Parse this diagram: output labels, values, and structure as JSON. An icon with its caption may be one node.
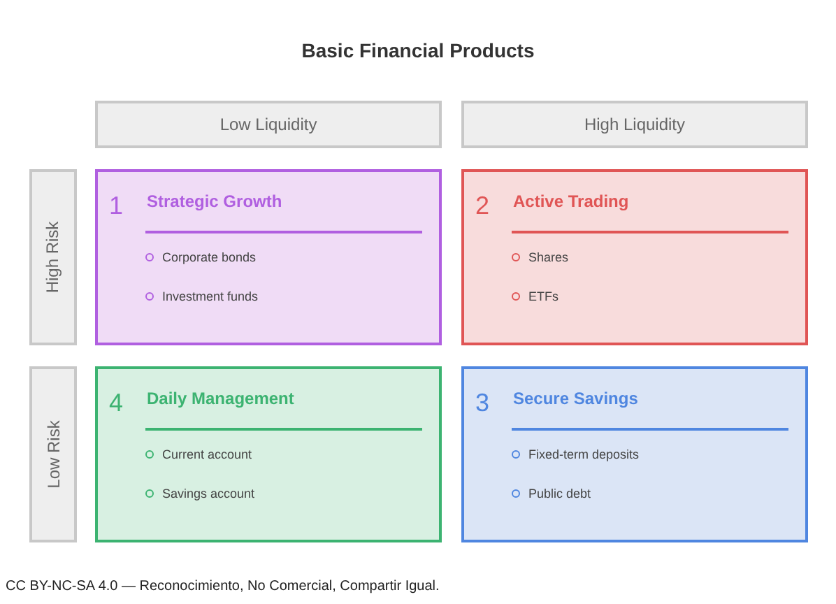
{
  "diagram": {
    "title": "Basic Financial Products",
    "nodes": [
      {
        "text": [
          "Low Liquidity"
        ]
      },
      {
        "text": [
          "High Liquidity"
        ]
      },
      {
        "text": [
          "High Risk"
        ]
      },
      {
        "text": [
          "1",
          "Strategic Growth",
          "Corporate bonds",
          "Investment funds"
        ]
      },
      {
        "text": [
          "2",
          "Active Trading",
          "Shares",
          "ETFs"
        ]
      },
      {
        "text": [
          "Low Risk"
        ]
      },
      {
        "text": [
          "4",
          "Daily Management",
          "Current account",
          "Savings account"
        ]
      },
      {
        "text": [
          "3",
          "Secure Savings",
          "Fixed-term deposits",
          "Public debt"
        ]
      }
    ],
    "edges": [],
    "caption": "CC BY-NC-SA 4.0 — Reconocimiento, No Comercial, Compartir Igual."
  }
}
